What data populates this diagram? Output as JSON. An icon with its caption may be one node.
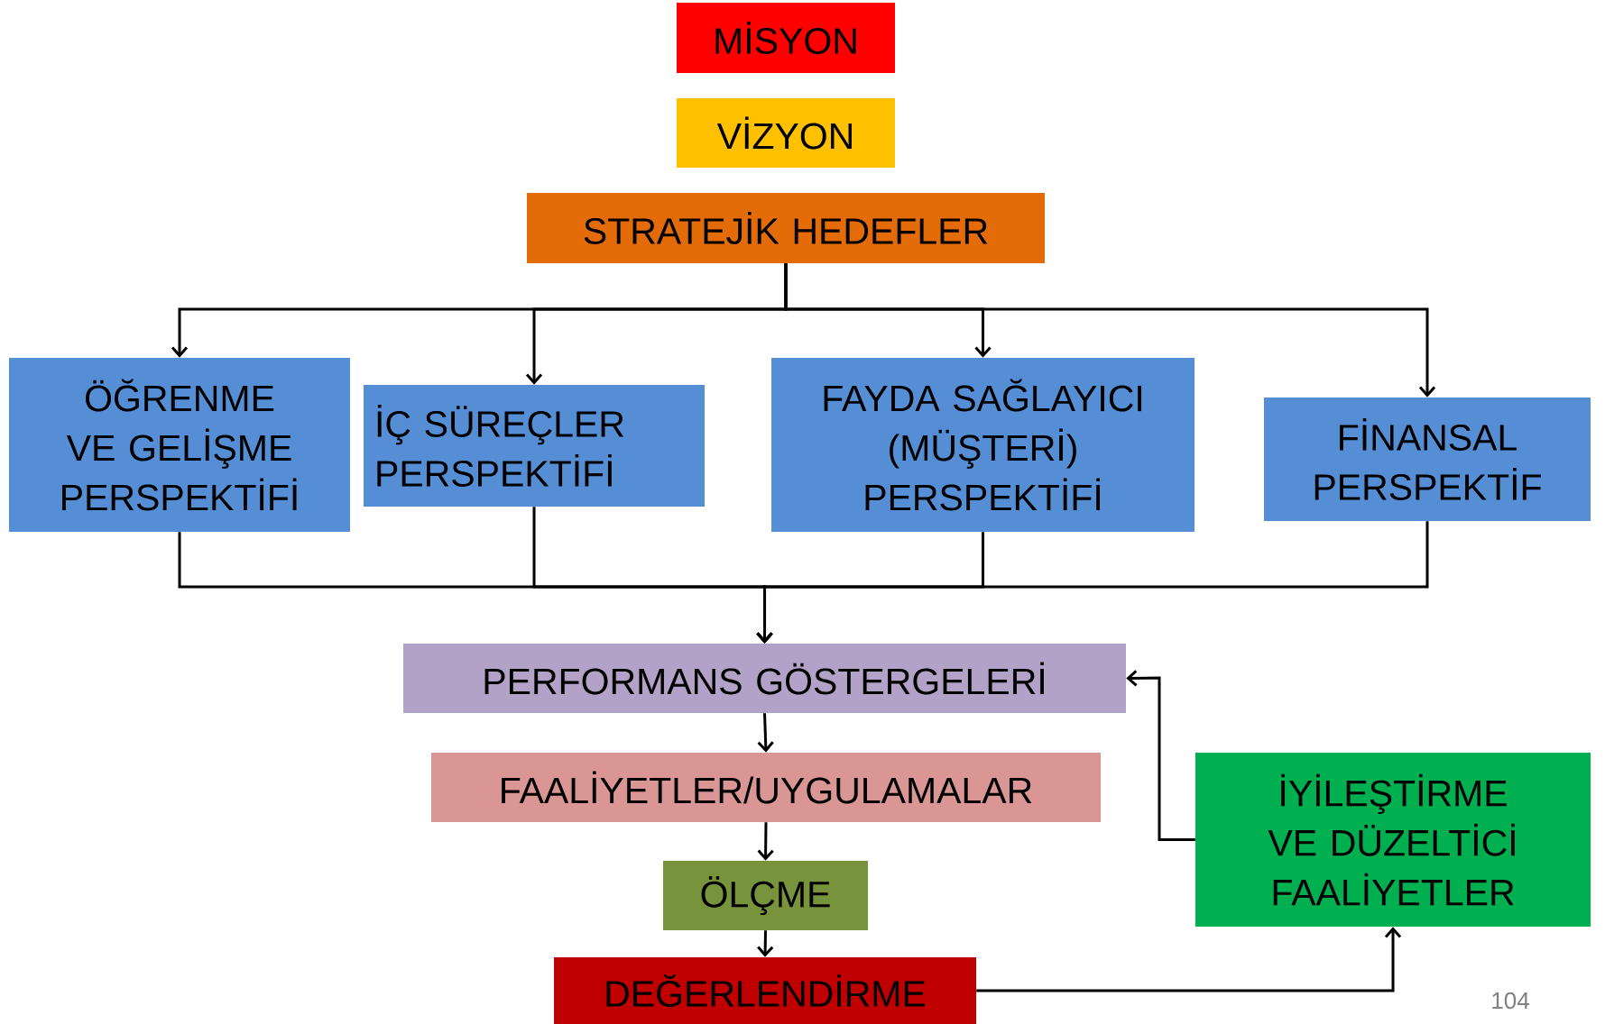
{
  "diagram": {
    "nodes": [
      {
        "text": [
          "MİSYON"
        ]
      },
      {
        "text": [
          "VİZYON"
        ]
      },
      {
        "text": [
          "STRATEJİK HEDEFLER"
        ]
      },
      {
        "text": [
          "ÖĞRENME VE GELİŞME PERSPEKTİFİ"
        ]
      },
      {
        "text": [
          "İÇ SÜREÇLER PERSPEKTİFİ"
        ]
      },
      {
        "text": [
          "FAYDA SAĞLAYICI (MÜŞTERİ) PERSPEKTİFİ"
        ]
      },
      {
        "text": [
          "FİNANSAL PERSPEKTİF"
        ]
      },
      {
        "text": [
          "PERFORMANS GÖSTERGELERİ"
        ]
      },
      {
        "text": [
          "FAALİYETLER/UYGULAMALAR"
        ]
      },
      {
        "text": [
          "ÖLÇME"
        ]
      },
      {
        "text": [
          "DEĞERLENDİRME"
        ]
      },
      {
        "text": [
          "İYİLEŞTİRME VE DÜZELTİCİ FAALİYETLER"
        ]
      }
    ],
    "edges": [
      {
        "from": 2,
        "to": 3,
        "arrow": "to"
      },
      {
        "from": 2,
        "to": 4,
        "arrow": "to"
      },
      {
        "from": 2,
        "to": 5,
        "arrow": "to"
      },
      {
        "from": 2,
        "to": 6,
        "arrow": "to"
      },
      {
        "from": 3,
        "to": 7,
        "arrow": "to"
      },
      {
        "from": 4,
        "to": 7,
        "arrow": "to"
      },
      {
        "from": 5,
        "to": 7,
        "arrow": "to"
      },
      {
        "from": 6,
        "to": 7,
        "arrow": "to"
      },
      {
        "from": 7,
        "to": 8,
        "arrow": "to"
      },
      {
        "from": 8,
        "to": 9,
        "arrow": "to"
      },
      {
        "from": 9,
        "to": 10,
        "arrow": "to"
      },
      {
        "from": 10,
        "to": 11,
        "arrow": "to"
      },
      {
        "from": 11,
        "to": 7,
        "arrow": "to"
      }
    ],
    "labels": [
      "104"
    ]
  }
}
